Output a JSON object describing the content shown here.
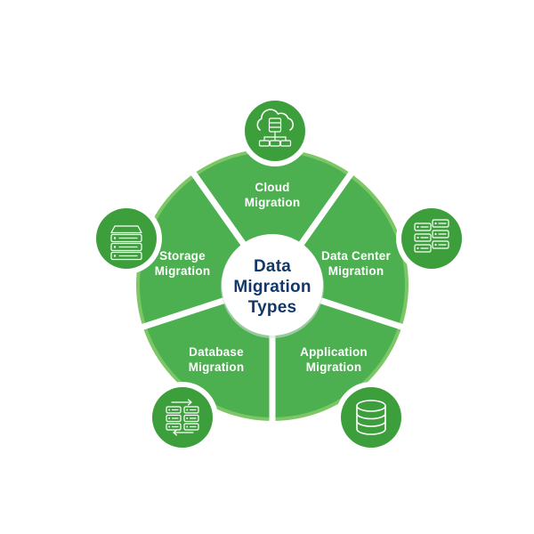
{
  "diagram": {
    "title": "Data Migration Types",
    "center": {
      "lines": [
        "Data",
        "Migration",
        "Types"
      ],
      "text_color": "#12386b",
      "fill": "#ffffff"
    },
    "colors": {
      "outer_ring": "#7cc765",
      "segment": "#4caf50",
      "icon_circle": "#3d9e3c",
      "divider": "#ffffff",
      "label_text": "#ffffff",
      "background": "#ffffff"
    },
    "segments": [
      {
        "id": "cloud-migration",
        "lines": [
          "Cloud",
          "Migration"
        ],
        "label": "Cloud Migration",
        "icon": "cloud-server-network-icon",
        "position": "top"
      },
      {
        "id": "data-center-migration",
        "lines": [
          "Data Center",
          "Migration"
        ],
        "label": "Data Center Migration",
        "icon": "server-rack-icon",
        "position": "right"
      },
      {
        "id": "application-migration",
        "lines": [
          "Application",
          "Migration"
        ],
        "label": "Application Migration",
        "icon": "database-cylinder-icon",
        "position": "bottom-right"
      },
      {
        "id": "database-migration",
        "lines": [
          "Database",
          "Migration"
        ],
        "label": "Database Migration",
        "icon": "database-transfer-icon",
        "position": "bottom-left"
      },
      {
        "id": "storage-migration",
        "lines": [
          "Storage",
          "Migration"
        ],
        "label": "Storage Migration",
        "icon": "storage-stack-icon",
        "position": "left"
      }
    ]
  }
}
